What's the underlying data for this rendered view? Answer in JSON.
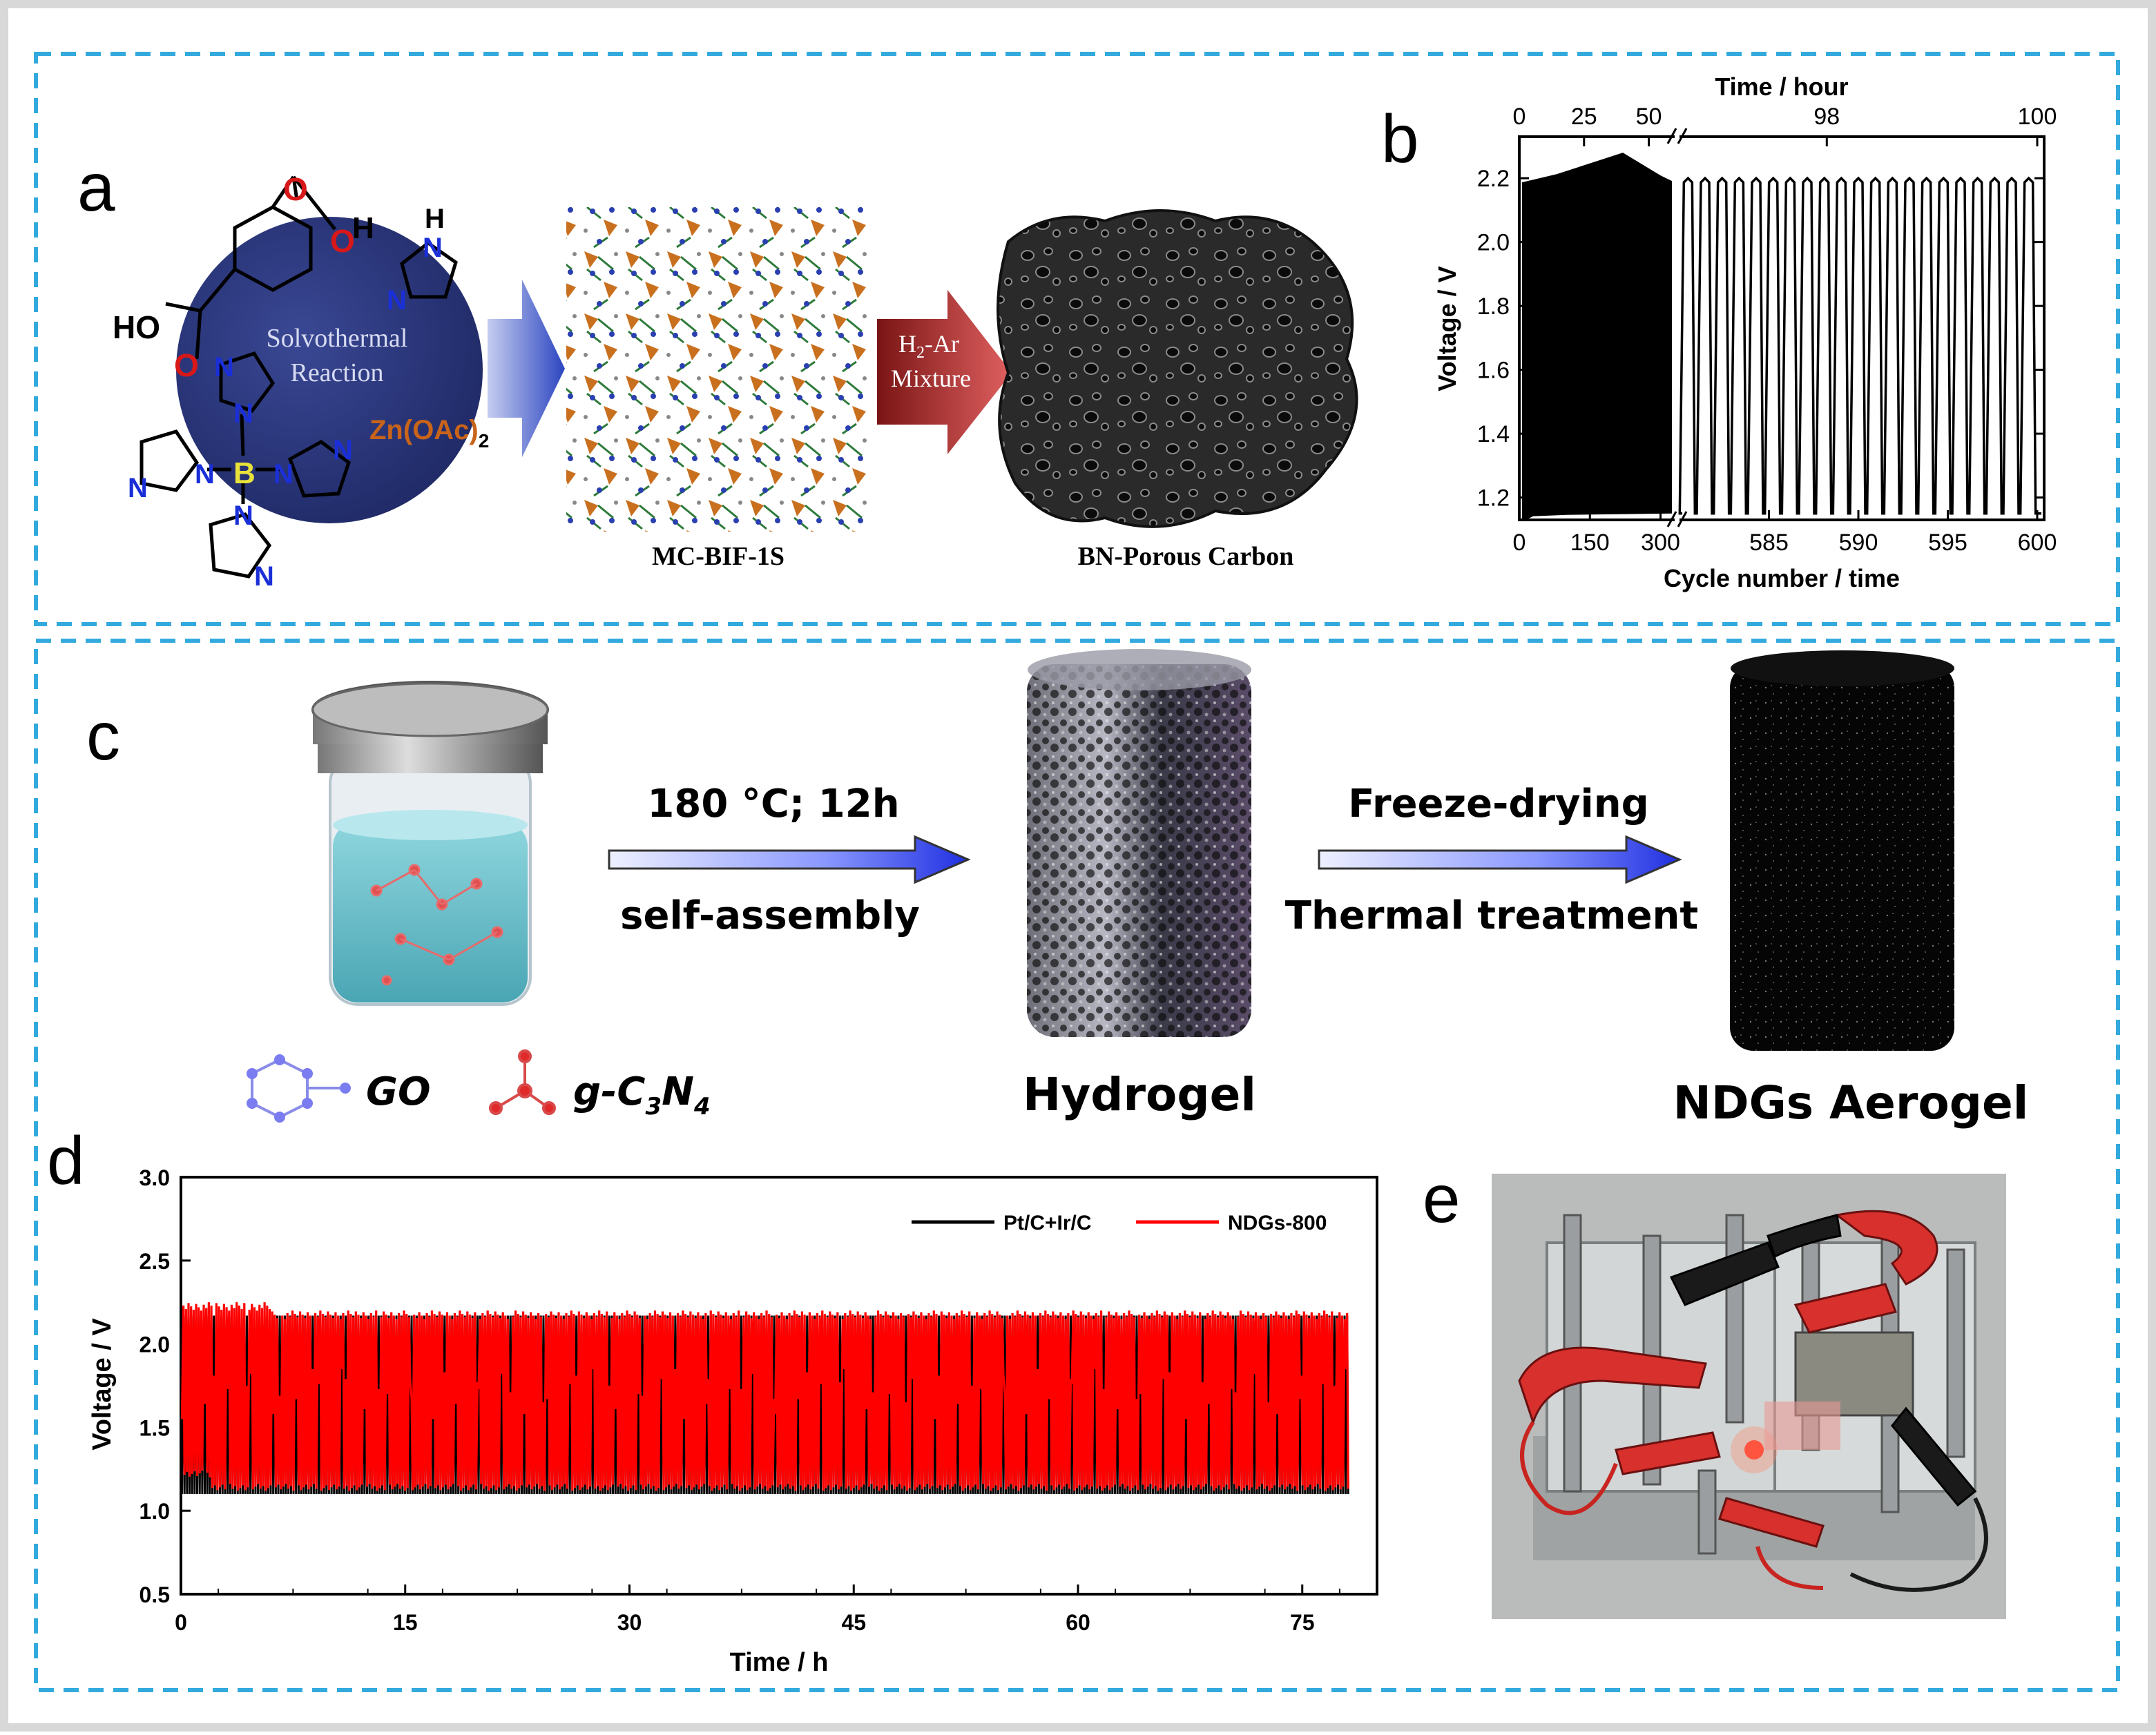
{
  "panel_labels": {
    "a": "a",
    "b": "b",
    "c": "c",
    "d": "d",
    "e": "e"
  },
  "panel_a": {
    "sphere_text_1": "Solvothermal",
    "sphere_text_2": "Reaction",
    "zinc_salt": "Zn(OAc)",
    "zinc_salt_sub": "2",
    "arrow_label_1": "H",
    "arrow_label_1_sub": "2",
    "arrow_label_1_end": "-Ar",
    "arrow_label_2": "Mixture",
    "framework_label": "MC-BIF-1S",
    "carbon_label": "BN-Porous Carbon",
    "atoms": {
      "O": "O",
      "H": "H",
      "N": "N",
      "B": "B",
      "HO": "HO"
    }
  },
  "panel_c": {
    "step1_top": "180 °C; 12h",
    "step1_bottom": "self-assembly",
    "step2_top": "Freeze-drying",
    "step2_bottom": "Thermal treatment",
    "hydrogel_label": "Hydrogel",
    "aerogel_label": "NDGs Aerogel",
    "legend_go": "GO",
    "legend_gcn": "g-C",
    "legend_gcn_sub1": "3",
    "legend_gcn_mid": "N",
    "legend_gcn_sub2": "4"
  },
  "panel_e": {
    "image_description_name": "zinc-air-battery-led-photo"
  },
  "colors": {
    "frame_dash": "#33aadd",
    "sphere": "#2d3a7a",
    "blue_arrow": "#3a52c4",
    "red_arrow": "#c43a3a",
    "series_black": "#000000",
    "series_red": "#ff0000"
  },
  "chart_data": [
    {
      "id": "b",
      "type": "line",
      "top_axis_label": "Time / hour",
      "top_ticks_left": [
        "0",
        "25",
        "50"
      ],
      "top_ticks_right": [
        "98",
        "100"
      ],
      "xlabel": "Cycle number / time",
      "bottom_ticks_left": [
        "0",
        "150",
        "300"
      ],
      "bottom_ticks_right": [
        "585",
        "590",
        "595",
        "600"
      ],
      "ylabel": "Voltage / V",
      "yticks": [
        "1.2",
        "1.4",
        "1.6",
        "1.8",
        "2.0",
        "2.2"
      ],
      "ylim": [
        1.13,
        2.33
      ],
      "left_segment": {
        "cycles": [
          0,
          330
        ],
        "charge_voltage": 2.2,
        "charge_voltage_peak": 2.28,
        "discharge_voltage": 1.15
      },
      "right_segment": {
        "cycles": [
          580,
          600
        ],
        "charge_voltage": 2.2,
        "discharge_voltage": 1.15,
        "cycle_count": 21
      }
    },
    {
      "id": "d",
      "type": "line",
      "xlabel": "Time / h",
      "ylabel": "Voltage / V",
      "xticks": [
        0,
        15,
        30,
        45,
        60,
        75
      ],
      "yticks": [
        "0.5",
        "1.0",
        "1.5",
        "2.0",
        "2.5",
        "3.0"
      ],
      "xlim": [
        0,
        80
      ],
      "ylim": [
        0.5,
        3.0
      ],
      "legend_position": "top-right",
      "series": [
        {
          "name": "Pt/C+Ir/C",
          "color": "#000000",
          "charge_voltage": 2.17,
          "discharge_voltage": 1.1,
          "time_range": [
            0,
            78
          ]
        },
        {
          "name": "NDGs-800",
          "color": "#ff0000",
          "charge_voltage": 2.2,
          "discharge_voltage": 1.12,
          "time_range": [
            0,
            78
          ]
        }
      ]
    }
  ]
}
